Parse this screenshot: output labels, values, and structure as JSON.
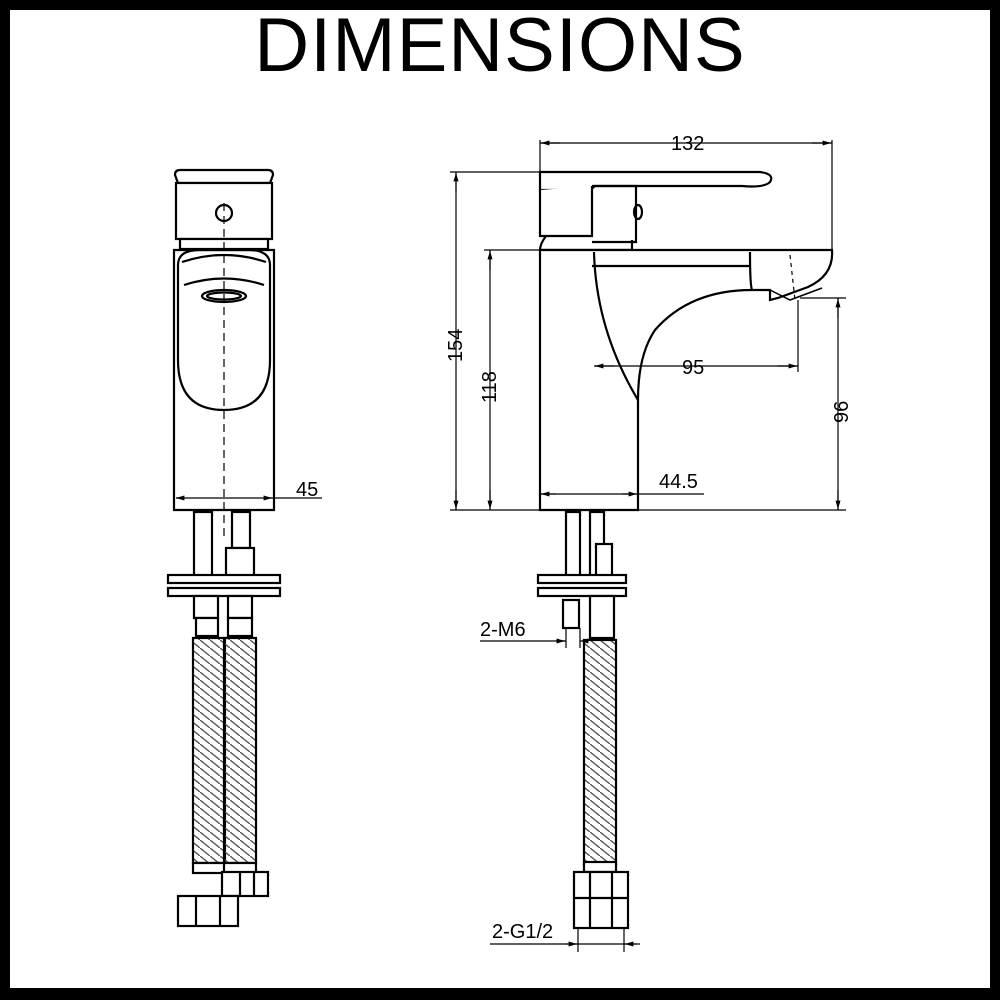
{
  "title": "DIMENSIONS",
  "dimensions": {
    "body_width": "45",
    "total_length": "132",
    "total_height": "154",
    "body_height": "118",
    "spout_reach": "95",
    "spout_height": "96",
    "base_diameter": "44.5",
    "fixing_thread": "2-M6",
    "connection_thread": "2-G1/2"
  }
}
